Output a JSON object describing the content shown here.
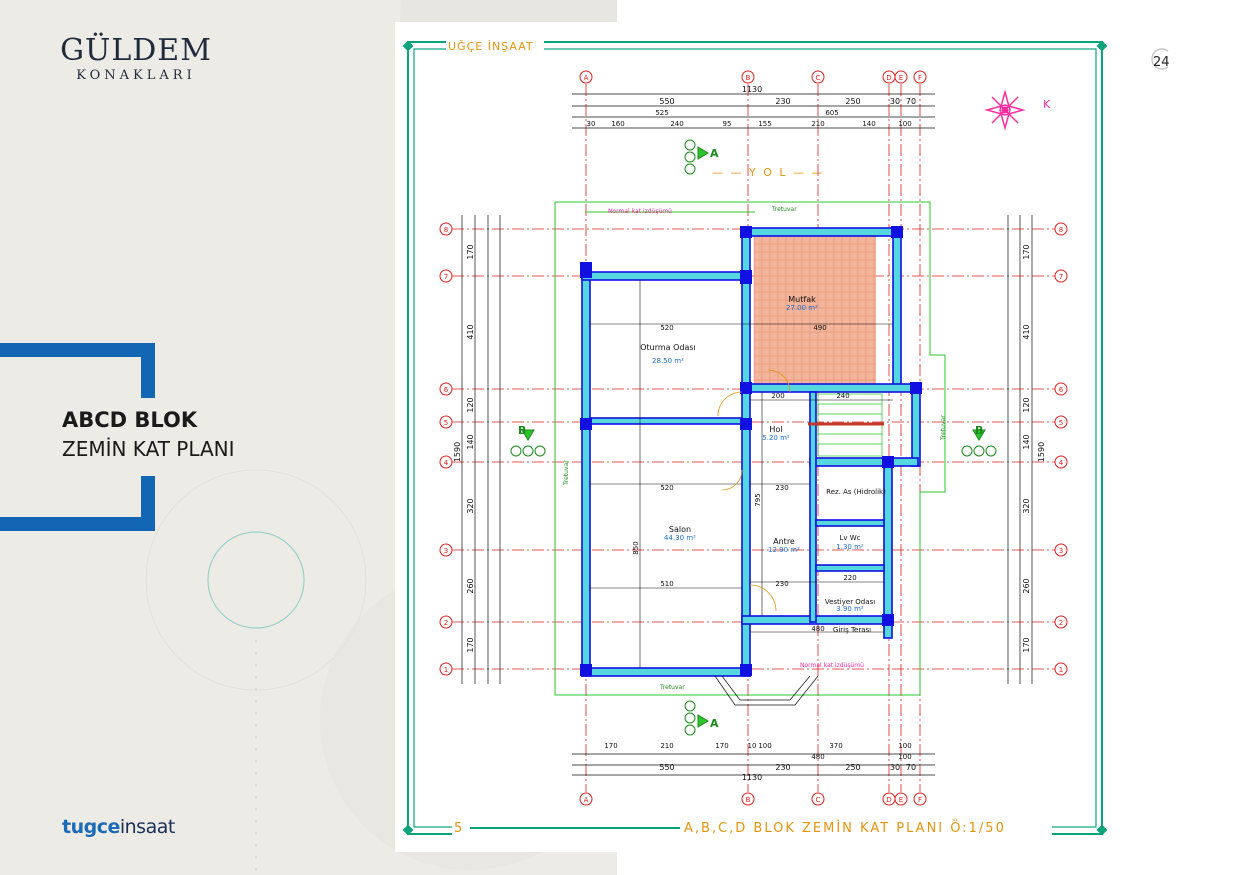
{
  "brand": {
    "logo_main": "GÜLDEM",
    "logo_sub": "KONAKLARI",
    "company_main": "tugce",
    "company_sub": "insaat"
  },
  "section": {
    "title_bold": "ABCD BLOK",
    "title_regular": "ZEMİN KAT PLANI"
  },
  "page": {
    "number": "24"
  },
  "plan": {
    "frame_header": "UĞÇE İNŞAAT",
    "sheet_number": "5",
    "sheet_title": "A,B,C,D BLOK ZEMİN KAT PLANI Ö:1/50",
    "north_label": "K",
    "road_label": "— — Y O L — —",
    "section_a": "A",
    "section_b": "B",
    "col_axes": [
      "A",
      "B",
      "C",
      "D",
      "E",
      "F"
    ],
    "row_axes": [
      "8",
      "7",
      "6",
      "5",
      "4",
      "3",
      "2",
      "1"
    ],
    "top_total": "1130",
    "top_dims": [
      "550",
      "230",
      "250",
      "30",
      "70"
    ],
    "top_dims2": [
      "525",
      "605"
    ],
    "top_dims3": [
      "30",
      "160",
      "240",
      "95",
      "155",
      "210",
      "140",
      "100"
    ],
    "bottom_dims": [
      "170",
      "210",
      "170",
      "10",
      "100",
      "370",
      "100"
    ],
    "bottom_dims2": [
      "480",
      "100"
    ],
    "bottom_dims3": [
      "550",
      "230",
      "250",
      "30",
      "70"
    ],
    "bottom_total": "1130",
    "left_total": "1590",
    "left_dims": [
      "170",
      "410",
      "120",
      "140",
      "320",
      "260",
      "170"
    ],
    "right_total": "1590",
    "right_dims": [
      "170",
      "410",
      "120",
      "140",
      "320",
      "260",
      "170"
    ],
    "rooms": [
      {
        "name": "Mutfak",
        "area": "27.00 m²"
      },
      {
        "name": "Oturma Odası",
        "area": "28.50 m²"
      },
      {
        "name": "Hol",
        "area": "5.20 m²"
      },
      {
        "name": "Salon",
        "area": "44.30 m²"
      },
      {
        "name": "Antre",
        "area": "12.90 m²"
      },
      {
        "name": "Rez. As (Hidrolik)",
        "area": ""
      },
      {
        "name": "Lv Wc",
        "area": "1.30 m²"
      },
      {
        "name": "Vestiyer Odası",
        "area": "3.90 m²"
      },
      {
        "name": "Giriş Terası",
        "area": ""
      }
    ],
    "notes": {
      "tretuvar": "Tretuvar",
      "normal_kat": "Normal kat izdüşümü"
    },
    "inner_dims": {
      "d520a": "520",
      "d490": "490",
      "d520b": "520",
      "d510": "510",
      "d230a": "230",
      "d230b": "230",
      "d200": "200",
      "d240": "240",
      "d480": "480",
      "d220": "220",
      "d795": "795",
      "d850": "850"
    },
    "colors": {
      "frame": "#0aa37a",
      "axis": "#e0201c",
      "wall": "#1010e0",
      "wall_fill": "#55d7e0",
      "kitchen": "#f2b49a",
      "outline": "#2cc42c",
      "north": "#ff2d9e",
      "text": "#111111"
    }
  }
}
